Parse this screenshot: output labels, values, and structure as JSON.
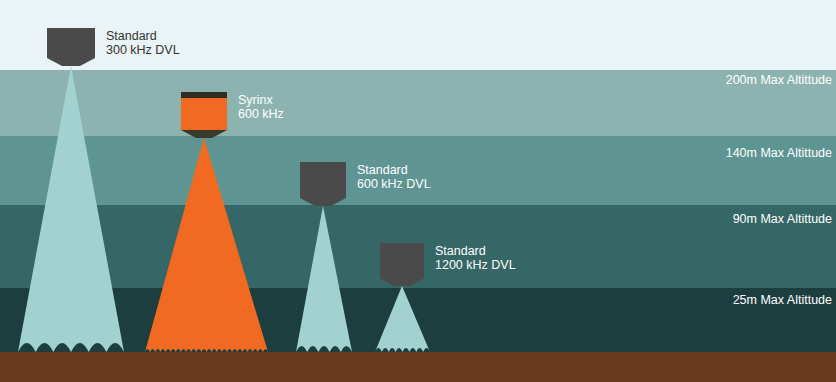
{
  "diagram": {
    "nodes": [
      {
        "text": [
          "Standard 300 kHz DVL"
        ]
      },
      {
        "text": [
          "Syrinx 600 kHz"
        ]
      },
      {
        "text": [
          "Standard 600 kHz DVL"
        ]
      },
      {
        "text": [
          "Standard 1200 kHz DVL"
        ]
      }
    ],
    "labels": [
      "200m Max Altittude",
      "140m Max Altittude",
      "90m Max Altittude",
      "25m Max Altittude"
    ]
  }
}
